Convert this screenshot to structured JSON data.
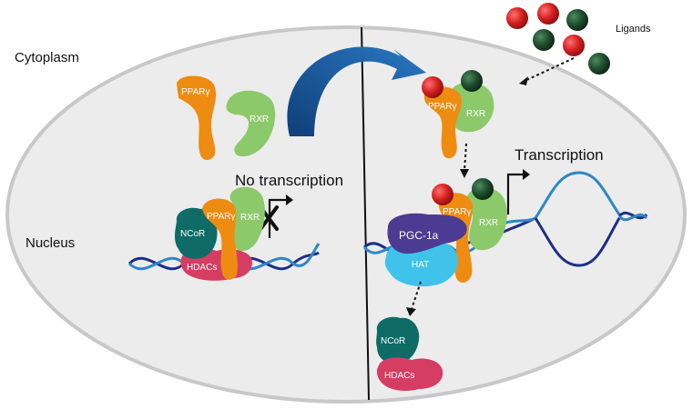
{
  "labels": {
    "cytoplasm": "Cytoplasm",
    "nucleus": "Nucleus",
    "ligands": "Ligands",
    "no_transcription": "No transcription",
    "transcription": "Transcription"
  },
  "proteins": {
    "ppar": "PPARγ",
    "rxr": "RXR",
    "ncor": "NCoR",
    "hdacs": "HDACs",
    "pgc1a": "PGC-1a",
    "hat": "HAT"
  },
  "colors": {
    "cell_fill": "#ececec",
    "cell_border": "#c8c8c8",
    "ppar": "#ee8c12",
    "rxr": "#8cc96a",
    "ncor": "#0f6b66",
    "hdacs": "#d53d63",
    "pgc1a": "#4b3b92",
    "hat": "#3fc3ea",
    "ligand_red": "#d42020",
    "ligand_green": "#1f4d2e",
    "dna_dark": "#1c2f86",
    "dna_light": "#2f86c6",
    "arrow_blue": "#1d5e9e"
  },
  "icons": {
    "block": "x-block-icon",
    "tss": "transcription-start-arrow-icon",
    "translocation": "curved-translocation-arrow-icon"
  }
}
